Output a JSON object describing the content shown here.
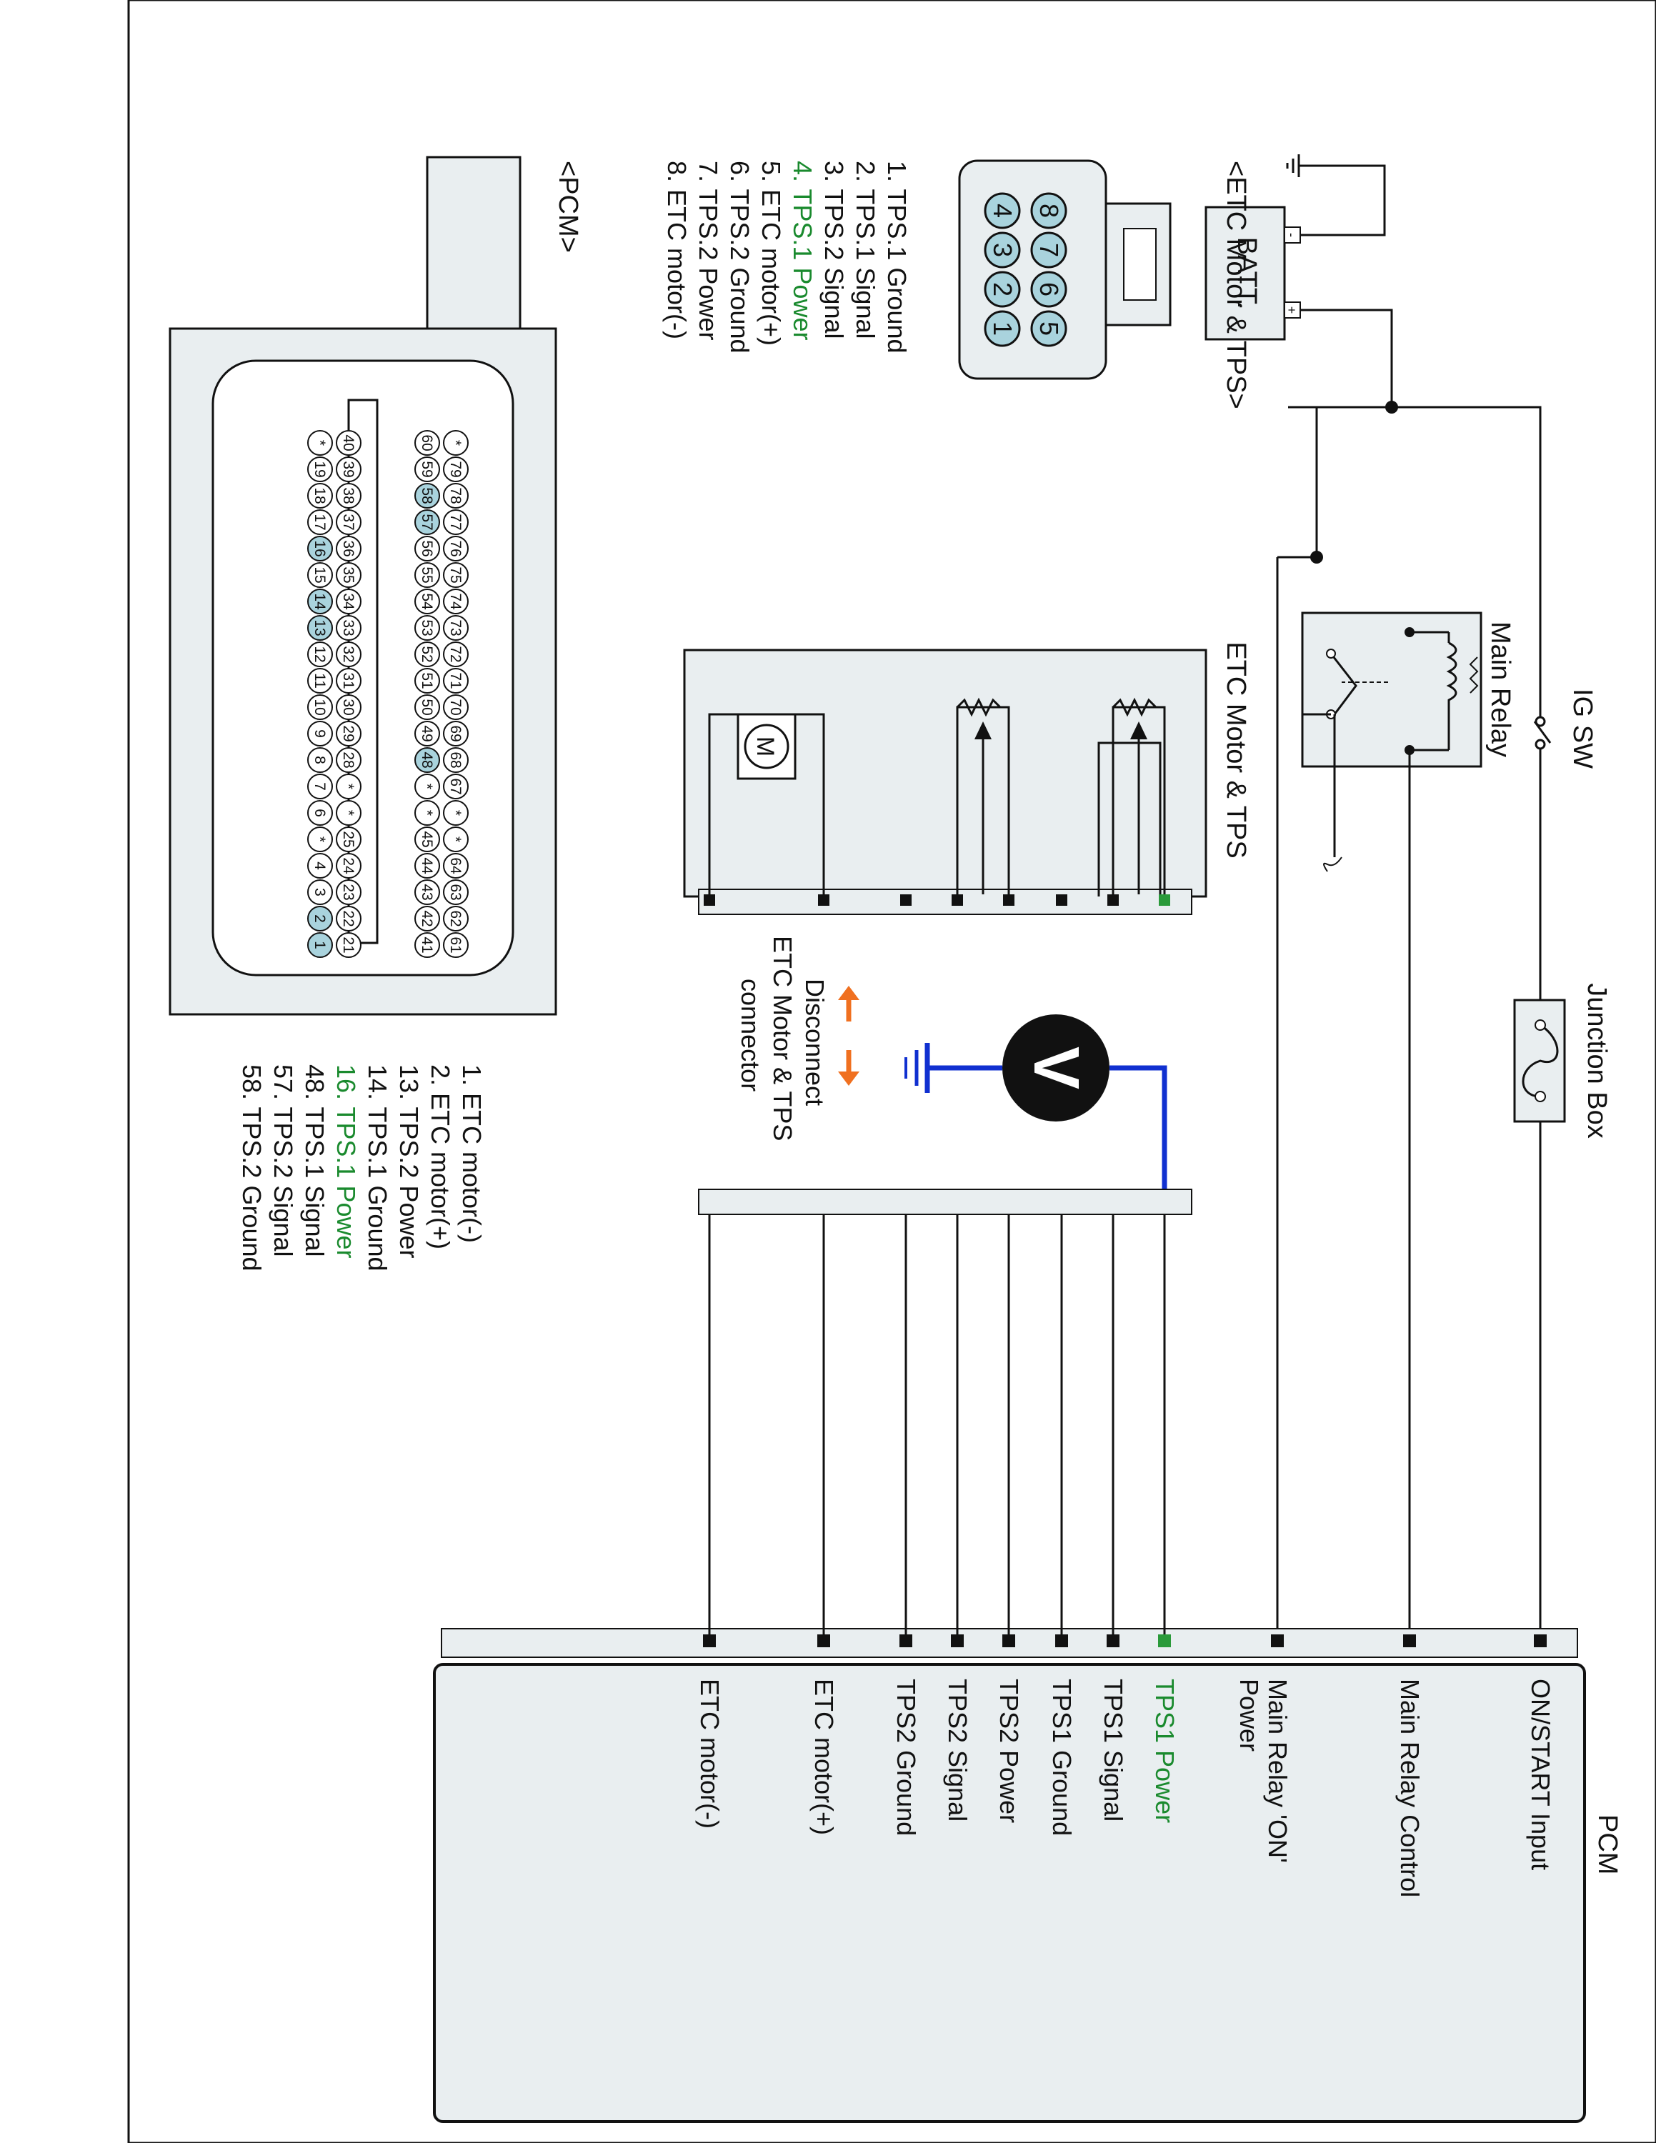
{
  "colors": {
    "line": "#111111",
    "highlight_text": "#1a8a2e",
    "pin_highlight": "#a9d3dd",
    "panel_fill": "#e9eef0",
    "meter_lead": "#1030d0",
    "arrow": "#f07020",
    "terminal_green": "#2a9a3a"
  },
  "power_section": {
    "batt_label": "BATT.",
    "batt_minus": "-",
    "batt_plus": "+",
    "ig_sw_label": "IG SW",
    "main_relay_label": "Main Relay",
    "junction_box_label": "Junction Box"
  },
  "pcm_block": {
    "title": "PCM",
    "terminals": [
      {
        "label": "ON/START Input",
        "highlight": false
      },
      {
        "label": "Main Relay Control",
        "highlight": false
      },
      {
        "label": "Main Relay 'ON'",
        "label2": "Power",
        "highlight": false
      },
      {
        "label": "TPS1 Power",
        "highlight": true
      },
      {
        "label": "TPS1 Signal",
        "highlight": false
      },
      {
        "label": "TPS1 Ground",
        "highlight": false
      },
      {
        "label": "TPS2 Power",
        "highlight": false
      },
      {
        "label": "TPS2 Signal",
        "highlight": false
      },
      {
        "label": "TPS2 Ground",
        "highlight": false
      },
      {
        "label": "ETC motor(+)",
        "highlight": false
      },
      {
        "label": "ETC motor(-)",
        "highlight": false
      }
    ]
  },
  "etc_block": {
    "label": "ETC Motor & TPS",
    "motor_symbol": "M"
  },
  "voltmeter": {
    "symbol": "V"
  },
  "disconnect_note": {
    "line1": "Disconnect",
    "line2": "ETC Motor & TPS",
    "line3": "connector"
  },
  "etc_connector": {
    "title": "<ETC Motor & TPS>",
    "pins_row1": [
      "4",
      "3",
      "2",
      "1"
    ],
    "pins_row2": [
      "8",
      "7",
      "6",
      "5"
    ],
    "legend": [
      {
        "text": "1. TPS.1 Ground",
        "highlight": false
      },
      {
        "text": "2. TPS.1 Signal",
        "highlight": false
      },
      {
        "text": "3. TPS.2 Signal",
        "highlight": false
      },
      {
        "text": "4. TPS.1 Power",
        "highlight": true
      },
      {
        "text": "5. ETC motor(+)",
        "highlight": false
      },
      {
        "text": "6. TPS.2 Ground",
        "highlight": false
      },
      {
        "text": "7. TPS.2 Power",
        "highlight": false
      },
      {
        "text": "8. ETC motor(-)",
        "highlight": false
      }
    ]
  },
  "pcm_connector": {
    "title": "<PCM>",
    "rows": [
      [
        "*",
        "19",
        "18",
        "17",
        "16",
        "15",
        "14",
        "13",
        "12",
        "11",
        "10",
        "9",
        "8",
        "7",
        "6",
        "*",
        "4",
        "3",
        "2",
        "1"
      ],
      [
        "40",
        "39",
        "38",
        "37",
        "36",
        "35",
        "34",
        "33",
        "32",
        "31",
        "30",
        "29",
        "28",
        "*",
        "*",
        "25",
        "24",
        "23",
        "22",
        "21"
      ],
      [
        "60",
        "59",
        "58",
        "57",
        "56",
        "55",
        "54",
        "53",
        "52",
        "51",
        "50",
        "49",
        "48",
        "*",
        "*",
        "45",
        "44",
        "43",
        "42",
        "41"
      ],
      [
        "*",
        "79",
        "78",
        "77",
        "76",
        "75",
        "74",
        "73",
        "72",
        "71",
        "70",
        "69",
        "68",
        "67",
        "*",
        "*",
        "64",
        "63",
        "62",
        "61"
      ]
    ],
    "highlighted_pins": [
      "1",
      "2",
      "13",
      "14",
      "16",
      "48",
      "57",
      "58"
    ],
    "legend": [
      {
        "text": "1. ETC motor(-)",
        "highlight": false
      },
      {
        "text": "2. ETC motor(+)",
        "highlight": false
      },
      {
        "text": "13. TPS.2 Power",
        "highlight": false
      },
      {
        "text": "14. TPS.1 Ground",
        "highlight": false
      },
      {
        "text": "16. TPS.1 Power",
        "highlight": true
      },
      {
        "text": "48. TPS.1 Signal",
        "highlight": false
      },
      {
        "text": "57. TPS.2 Signal",
        "highlight": false
      },
      {
        "text": "58. TPS.2 Ground",
        "highlight": false
      }
    ]
  }
}
